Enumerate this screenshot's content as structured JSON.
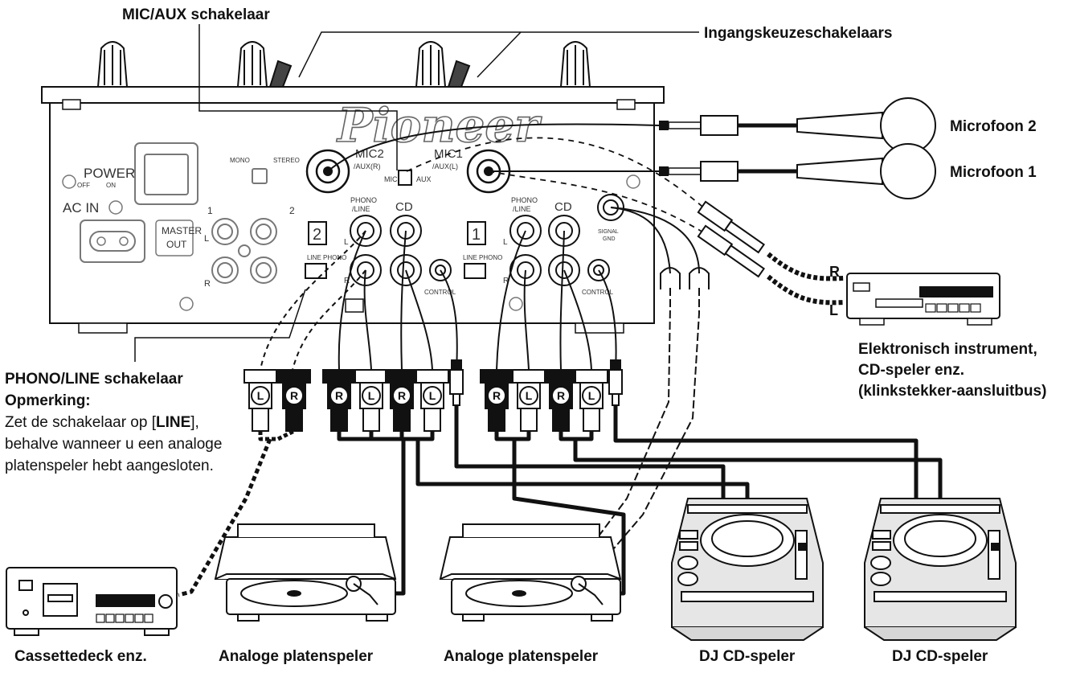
{
  "labels": {
    "mic_aux_switch": "MIC/AUX schakelaar",
    "input_selectors": "Ingangskeuzeschakelaars",
    "mic2": "Microfoon 2",
    "mic1": "Microfoon 1",
    "instrument_line1": "Elektronisch instrument,",
    "instrument_line2": "CD-speler enz.",
    "instrument_line3": "(klinkstekker-aansluitbus)",
    "cassette": "Cassettedeck enz.",
    "turntable_a": "Analoge platenspeler",
    "turntable_b": "Analoge platenspeler",
    "cdj_a": "DJ CD-speler",
    "cdj_b": "DJ CD-speler",
    "plug_r": "R",
    "plug_l": "L"
  },
  "note": {
    "title": "PHONO/LINE schakelaar",
    "heading": "Opmerking:",
    "text_before": "Zet de schakelaar op [",
    "text_bold": "LINE",
    "text_after": "], behalve wanneer u een analoge platenspeler hebt aangesloten."
  },
  "panel": {
    "brand": "Pioneer",
    "power": "POWER",
    "power_off": "OFF",
    "power_on": "ON",
    "ac_in": "AC IN",
    "master": "MASTER",
    "out": "OUT",
    "mono": "MONO",
    "stereo": "STEREO",
    "mic2": "MIC2",
    "aux_r": "/AUX(R)",
    "mic1": "MIC1",
    "aux_l": "/AUX(L)",
    "mic": "MIC",
    "aux": "AUX",
    "phono_line_a": "PHONO",
    "phono_line_b": "/LINE",
    "cd": "CD",
    "line": "LINE",
    "phono": "PHONO",
    "control": "CONTROL",
    "signal": "SIGNAL",
    "gnd": "GND",
    "ch2": "2",
    "ch1": "1",
    "l": "L",
    "r": "R",
    "one": "1",
    "two": "2"
  },
  "plugs": [
    "L",
    "R",
    "R",
    "L",
    "R",
    "L",
    "R",
    "L",
    "R",
    "L"
  ]
}
